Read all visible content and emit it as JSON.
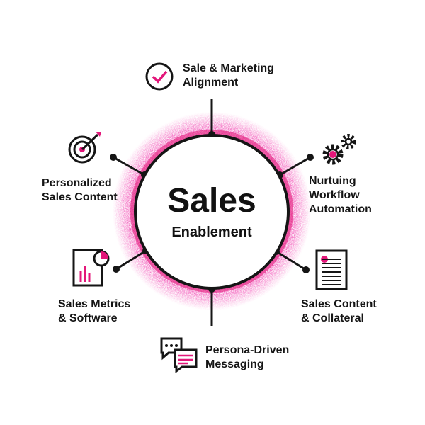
{
  "center": {
    "title": "Sales",
    "subtitle": "Enablement"
  },
  "items": [
    {
      "line1": "Sale & Marketing",
      "line2": "Alignment",
      "icon": "checkmark-circle-icon"
    },
    {
      "line1": "Nurtuing",
      "line2": "Workflow",
      "line3": "Automation",
      "icon": "gears-icon"
    },
    {
      "line1": "Sales Content",
      "line2": "& Collateral",
      "icon": "document-icon"
    },
    {
      "line1": "Persona-Driven",
      "line2": "Messaging",
      "icon": "chat-bubbles-icon"
    },
    {
      "line1": "Sales Metrics",
      "line2": "& Software",
      "icon": "report-chart-icon"
    },
    {
      "line1": "Personalized",
      "line2": "Sales Content",
      "icon": "target-icon"
    }
  ],
  "colors": {
    "accent": "#e3177a",
    "ink": "#151515"
  }
}
